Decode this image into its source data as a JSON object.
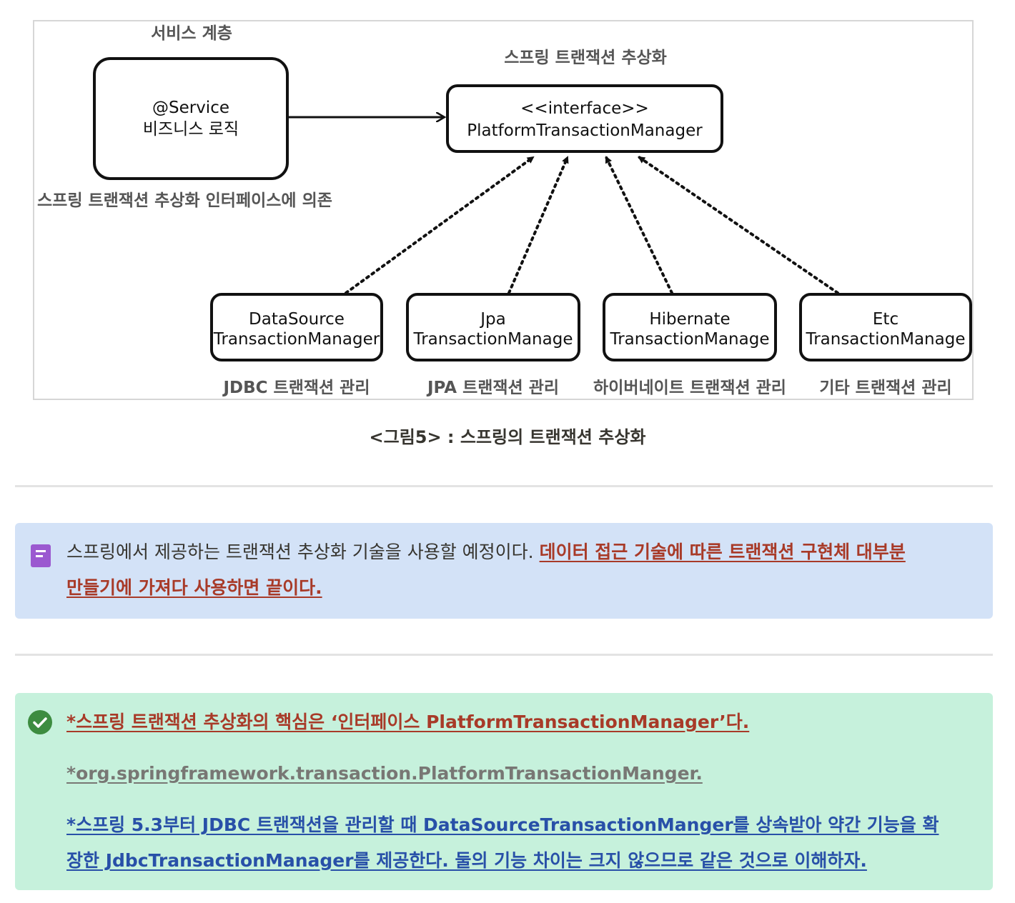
{
  "diagram": {
    "service_layer_label": "서비스 계층",
    "service_box": {
      "line1": "@Service",
      "line2": "비즈니스 로직"
    },
    "service_dependency_label": "스프링 트랜잭션 추상화 인터페이스에 의존",
    "abstraction_label": "스프링 트랜잭션 추상화",
    "interface_box": {
      "line1": "<<interface>>",
      "line2": "PlatformTransactionManager"
    },
    "implementations": [
      {
        "line1": "DataSource",
        "line2": "TransactionManager",
        "label": "JDBC 트랜잭션 관리"
      },
      {
        "line1": "Jpa",
        "line2": "TransactionManage",
        "label": "JPA 트랜잭션 관리"
      },
      {
        "line1": "Hibernate",
        "line2": "TransactionManage",
        "label": "하이버네이트 트랜잭션 관리"
      },
      {
        "line1": "Etc",
        "line2": "TransactionManage",
        "label": "기타 트랜잭션 관리"
      }
    ]
  },
  "caption": "<그림5> : 스프링의 트랜잭션 추상화",
  "note_callout": {
    "icon": "note-icon",
    "plain_text": "스프링에서 제공하는 트랜잭션 추상화 기술을 사용할 예정이다. ",
    "highlight_line1": "데이터 접근 기술에 따른 트랜잭션 구현체 대부분 ",
    "highlight_line2": "만들기에 가져다 사용하면 끝이다."
  },
  "check_callout": {
    "icon": "check-circle-icon",
    "line1": "*스프링 트랜잭션 추상화의 핵심은 ‘인터페이스 PlatformTransactionManager’다.",
    "line2": "*org.springframework.transaction.PlatformTransactionManger.",
    "line3a": "*스프링 5.3부터 JDBC 트랜잭션을 관리할 때 DataSourceTransactionManger를 상속받아 약간 기능을 확",
    "line3b": "장한 JdbcTransactionManager를 제공한다. 둘의 기능 차이는 크지 않으므로 같은 것으로 이해하자."
  },
  "colors": {
    "note_bg": "#d3e2f7",
    "check_bg": "#c6f1dc",
    "note_icon": "#9b59d0",
    "check_icon": "#3d8c40",
    "red_text": "#a83a28",
    "blue_text": "#2850a8",
    "gray_text": "#787774"
  }
}
